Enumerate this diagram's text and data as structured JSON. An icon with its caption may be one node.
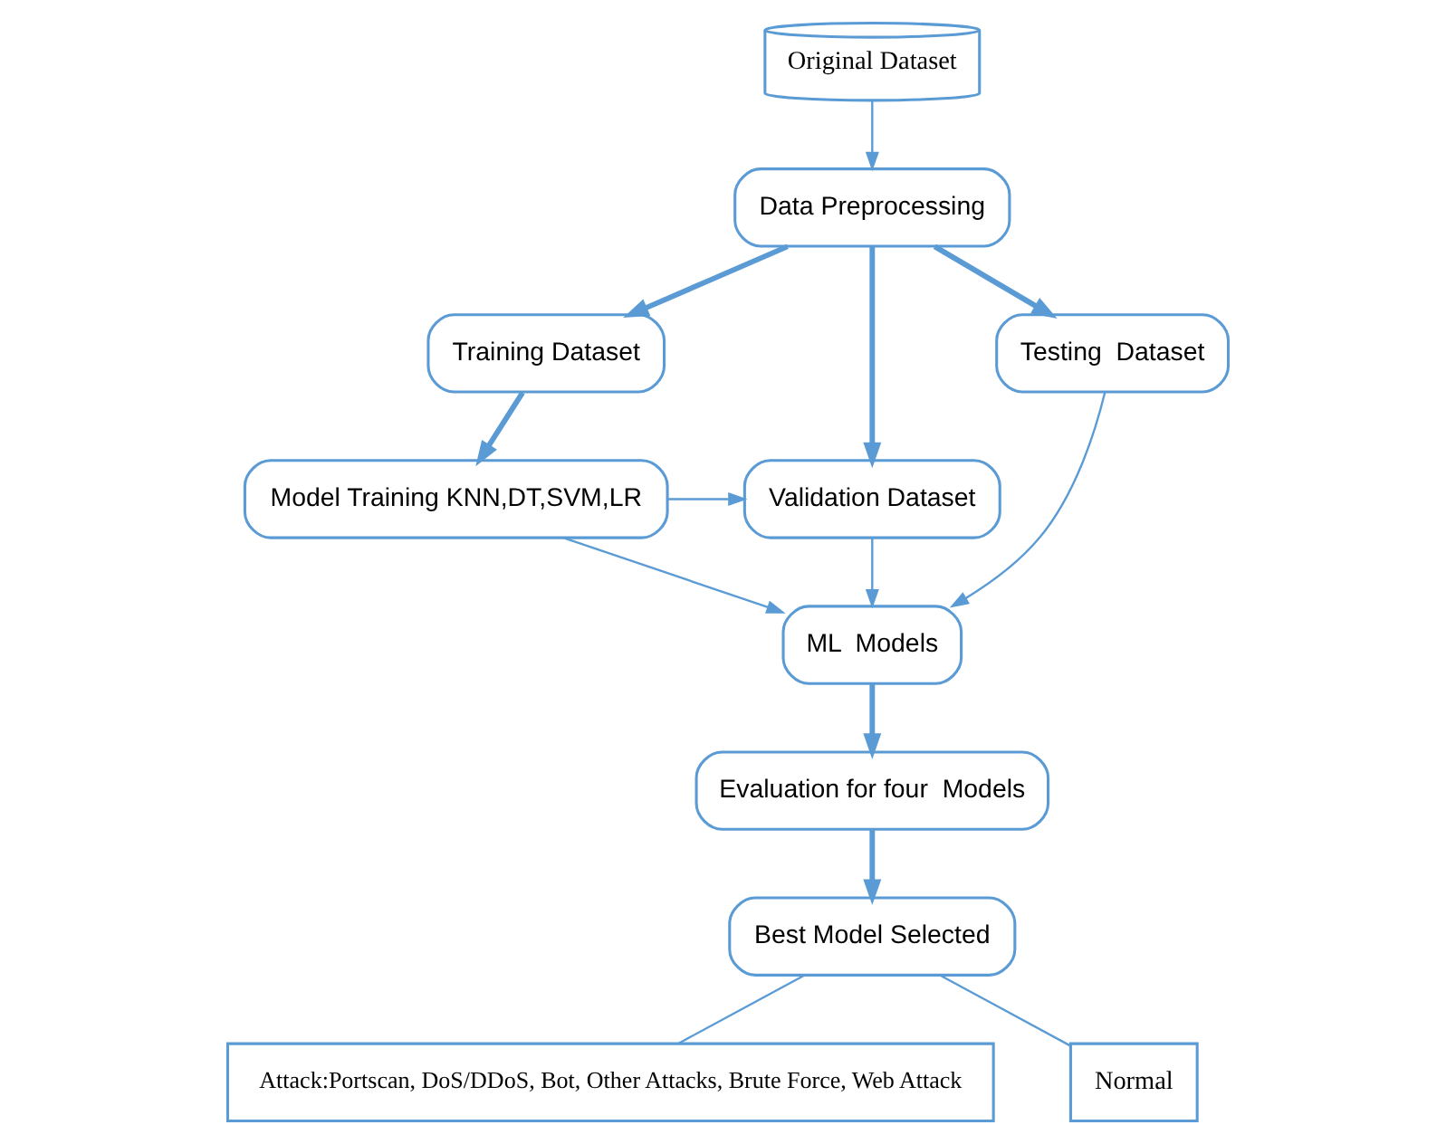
{
  "diagram": {
    "nodes": [
      {
        "text": [
          "Original Dataset"
        ]
      },
      {
        "text": [
          "Data Preprocessing"
        ]
      },
      {
        "text": [
          "Training Dataset"
        ]
      },
      {
        "text": [
          "Validation Dataset"
        ]
      },
      {
        "text": [
          "Testing  Dataset"
        ]
      },
      {
        "text": [
          "Model Training KNN,DT,SVM,LR"
        ]
      },
      {
        "text": [
          "ML  Models"
        ]
      },
      {
        "text": [
          "Evaluation for four  Models"
        ]
      },
      {
        "text": [
          "Best Model Selected"
        ]
      },
      {
        "text": [
          "Attack:Portscan, DoS/DDoS, Bot, Other Attacks, Brute Force, Web Attack"
        ]
      },
      {
        "text": [
          "Normal"
        ]
      }
    ],
    "edges": [
      {
        "from": 0,
        "to": 1,
        "arrow": "to"
      },
      {
        "from": 1,
        "to": 2,
        "arrow": "to",
        "style": "thick"
      },
      {
        "from": 1,
        "to": 3,
        "arrow": "to",
        "style": "thick"
      },
      {
        "from": 1,
        "to": 4,
        "arrow": "to",
        "style": "thick"
      },
      {
        "from": 2,
        "to": 5,
        "arrow": "to",
        "style": "thick"
      },
      {
        "from": 5,
        "to": 3,
        "arrow": "to"
      },
      {
        "from": 5,
        "to": 6,
        "arrow": "to"
      },
      {
        "from": 3,
        "to": 6,
        "arrow": "to"
      },
      {
        "from": 4,
        "to": 6,
        "arrow": "to"
      },
      {
        "from": 6,
        "to": 7,
        "arrow": "to",
        "style": "thick"
      },
      {
        "from": 7,
        "to": 8,
        "arrow": "to",
        "style": "thick"
      },
      {
        "from": 8,
        "to": 9,
        "arrow": "none"
      },
      {
        "from": 8,
        "to": 10,
        "arrow": "none"
      }
    ]
  }
}
